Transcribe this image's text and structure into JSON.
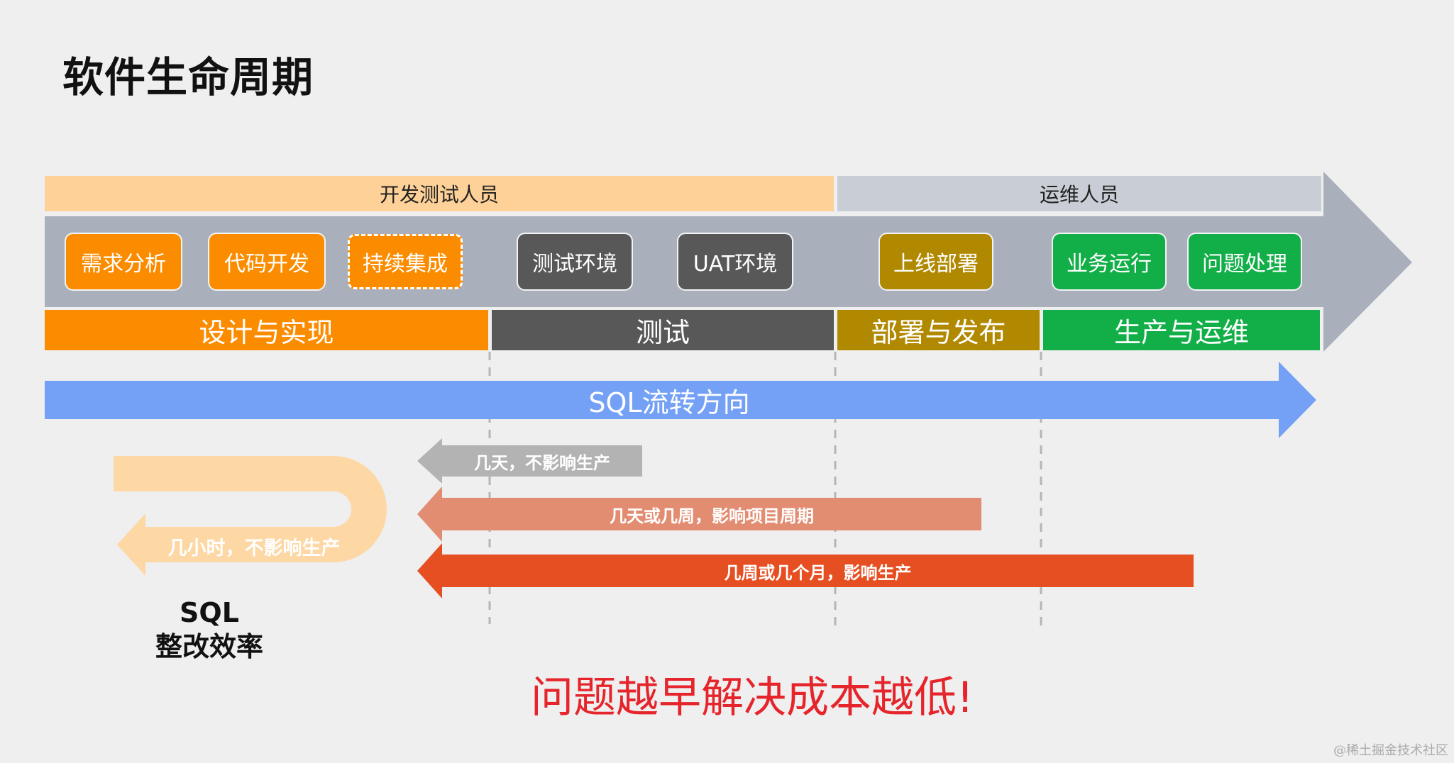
{
  "title": "软件生命周期",
  "roles": {
    "dev": "开发测试人员",
    "ops": "运维人员"
  },
  "steps": [
    {
      "label": "需求分析",
      "style": "orange"
    },
    {
      "label": "代码开发",
      "style": "orange"
    },
    {
      "label": "持续集成",
      "style": "orange-dashed"
    },
    {
      "label": "测试环境",
      "style": "grey"
    },
    {
      "label": "UAT环境",
      "style": "grey"
    },
    {
      "label": "上线部署",
      "style": "olive"
    },
    {
      "label": "业务运行",
      "style": "green"
    },
    {
      "label": "问题处理",
      "style": "green"
    }
  ],
  "phases": [
    "设计与实现",
    "测试",
    "部署与发布",
    "生产与运维"
  ],
  "flow": {
    "label": "SQL流转方向"
  },
  "feedback": [
    {
      "label": "几天，不影响生产",
      "color": "#b3b3b3"
    },
    {
      "label": "几天或几周，影响项目周期",
      "color": "#e28d72"
    },
    {
      "label": "几周或几个月，影响生产",
      "color": "#e64f22"
    }
  ],
  "loop": {
    "label": "几小时，不影响生产",
    "color": "#fdd7a4"
  },
  "efficiency": {
    "line1": "SQL",
    "line2": "整改效率"
  },
  "slogan": "问题越早解决成本越低!",
  "watermark": "@稀土掘金技术社区",
  "colors": {
    "orange": "#fb8c00",
    "grey": "#585858",
    "olive": "#b18900",
    "green": "#12ae48",
    "blue": "#74a1f5",
    "red_text": "#e5252b"
  }
}
